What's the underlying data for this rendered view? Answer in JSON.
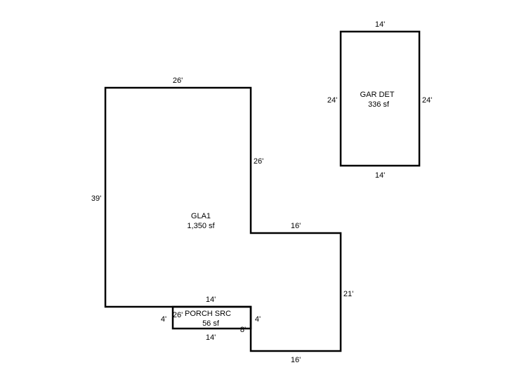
{
  "areas": {
    "gla1": {
      "name": "GLA1",
      "size": "1,350 sf",
      "dims": {
        "top": "26'",
        "left": "39'",
        "right_upper": "26'",
        "step": "16'",
        "right_lower": "21'",
        "bottom": "16'"
      }
    },
    "porch": {
      "name": "PORCH SRC",
      "size": "56 sf",
      "dims": {
        "top": "14'",
        "bottom": "14'",
        "left": "4'",
        "right": "4'",
        "inner_left": "26'",
        "inner_right": "8'"
      }
    },
    "garage": {
      "name": "GAR DET",
      "size": "336 sf",
      "dims": {
        "top": "14'",
        "bottom": "14'",
        "left": "24'",
        "right": "24'"
      }
    }
  }
}
